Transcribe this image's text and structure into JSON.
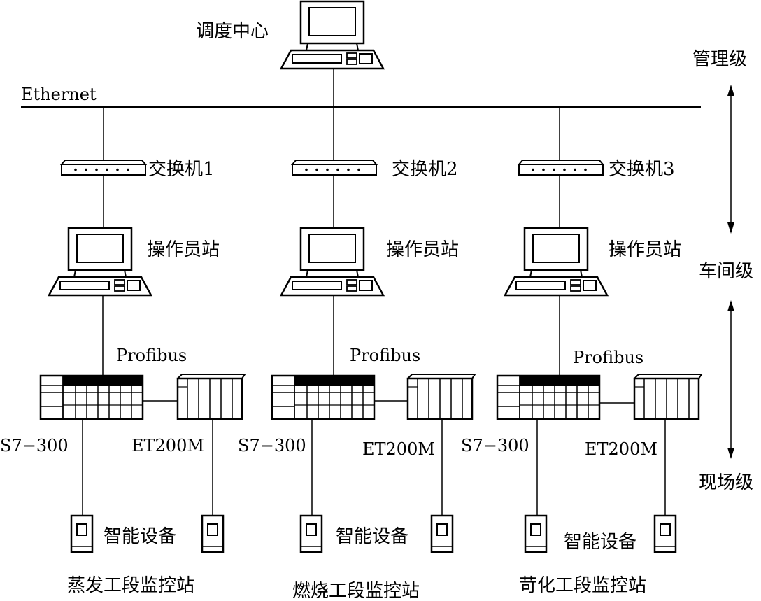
{
  "dispatch_center_label": "调度中心",
  "network": {
    "ethernet_label": "Ethernet",
    "fieldbus_label": "Profibus"
  },
  "levels": {
    "management": "管理级",
    "workshop": "车间级",
    "field": "现场级"
  },
  "workstation_label": "操作员站",
  "plc_label": "S7−300",
  "io_label": "ET200M",
  "device_label": "智能设备",
  "stations": [
    {
      "switch_label": "交换机1",
      "station_label": "蒸发工段监控站"
    },
    {
      "switch_label": "交换机2",
      "station_label": "燃烧工段监控站"
    },
    {
      "switch_label": "交换机3",
      "station_label": "苛化工段监控站"
    }
  ]
}
